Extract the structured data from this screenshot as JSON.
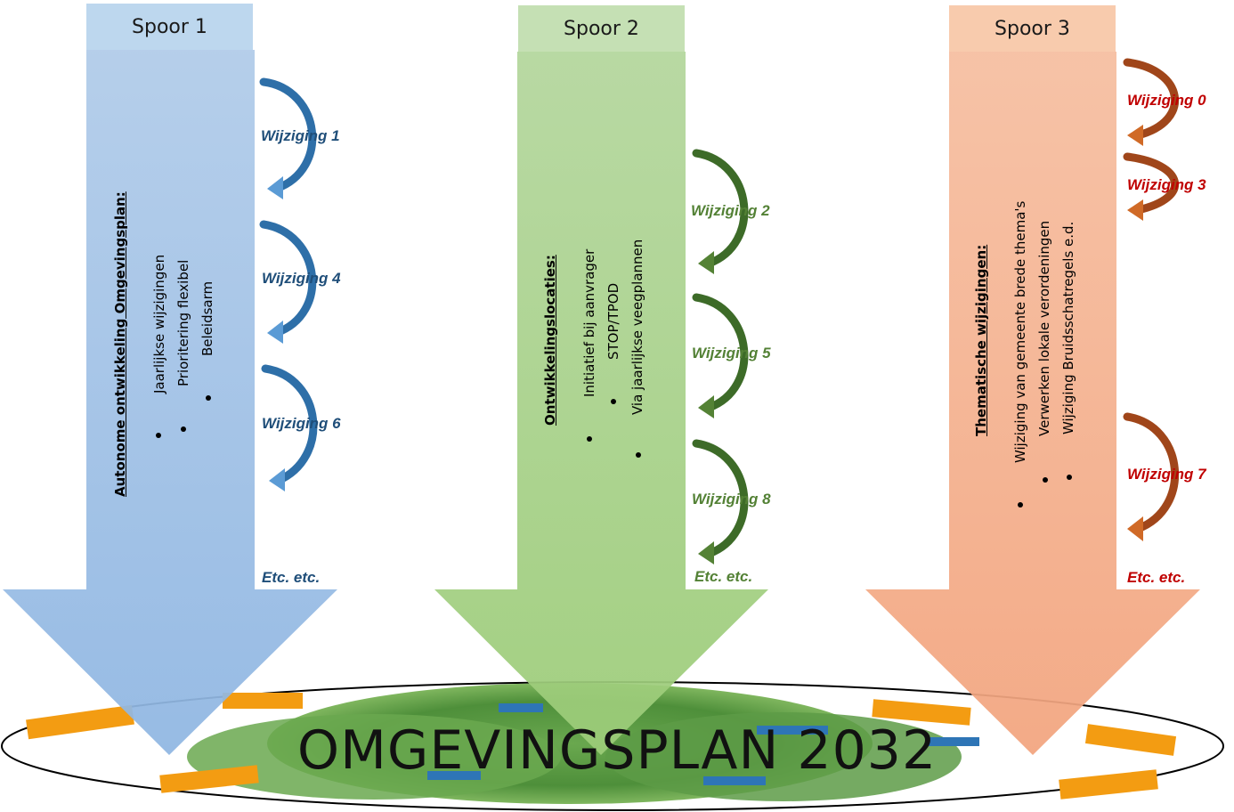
{
  "tracks": [
    {
      "header": "Spoor 1",
      "color": "#9dc3e6",
      "title": "Autonome ontwikkeling Omgevingsplan:",
      "items": [
        "Jaarlijkse wijzigingen",
        "Prioritering flexibel",
        "Beleidsarm"
      ],
      "changes": [
        "Wijziging 1",
        "Wijziging 4",
        "Wijziging 6"
      ],
      "etc": "Etc. etc."
    },
    {
      "header": "Spoor 2",
      "color": "#a9d18e",
      "title": "Ontwikkelingslocaties:",
      "items": [
        "Initiatief bij aanvrager",
        "STOP/TPOD",
        "Via jaarlijkse veegplannen"
      ],
      "changes": [
        "Wijziging 2",
        "Wijziging 5",
        "Wijziging 8"
      ],
      "etc": "Etc. etc."
    },
    {
      "header": "Spoor 3",
      "color": "#f4b183",
      "title": "Thematische wijzigingen:",
      "items": [
        "Wijziging van gemeente brede thema's",
        "Verwerken lokale verordeningen",
        "Wijziging Bruidsschatregels e.d."
      ],
      "changes": [
        "Wijziging 0",
        "Wijziging 3",
        "Wijziging 7"
      ],
      "etc": "Etc. etc."
    }
  ],
  "base": {
    "title": "OMGEVINGSPLAN 2032"
  }
}
